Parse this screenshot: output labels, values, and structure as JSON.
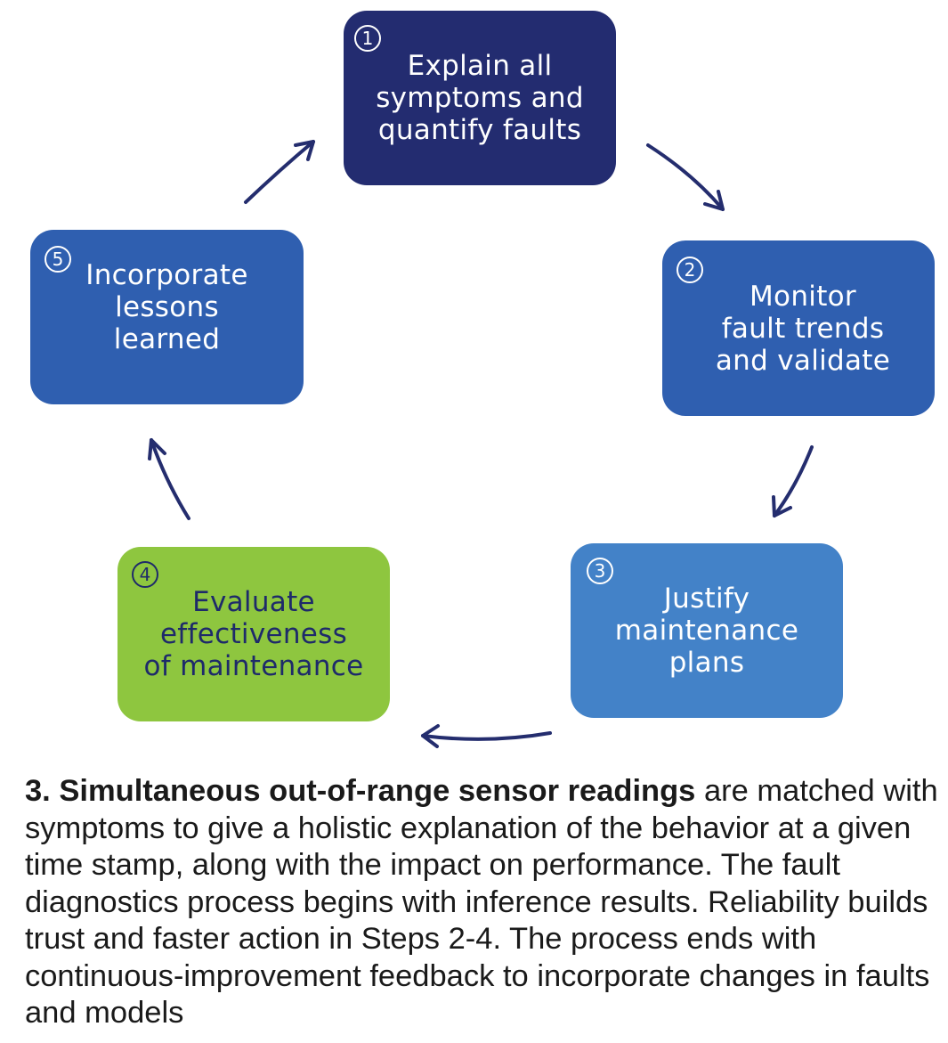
{
  "steps": [
    {
      "number": "1",
      "label": "Explain all\nsymptoms and\nquantify faults",
      "color": "#232c70"
    },
    {
      "number": "2",
      "label": "Monitor\nfault trends\nand validate",
      "color": "#2f5fb0"
    },
    {
      "number": "3",
      "label": "Justify\nmaintenance\nplans",
      "color": "#4382c8"
    },
    {
      "number": "4",
      "label": "Evaluate\neffectiveness\nof maintenance",
      "color": "#8ec63f"
    },
    {
      "number": "5",
      "label": "Incorporate\nlessons\nlearned",
      "color": "#2f5fb0"
    }
  ],
  "caption": {
    "bold": "3. Simultaneous out-of-range sensor readings",
    "text": " are matched with symptoms to give a holistic explanation of the behavior at a given time stamp, along with the impact on performance. The fault diagnostics process begins with inference results. Reliability builds trust and faster action in Steps 2-4. The process ends with continuous-improvement feedback to incorporate changes in faults and models"
  },
  "colors": {
    "arrow": "#242d6e",
    "dark_text": "#1e2a6a"
  }
}
